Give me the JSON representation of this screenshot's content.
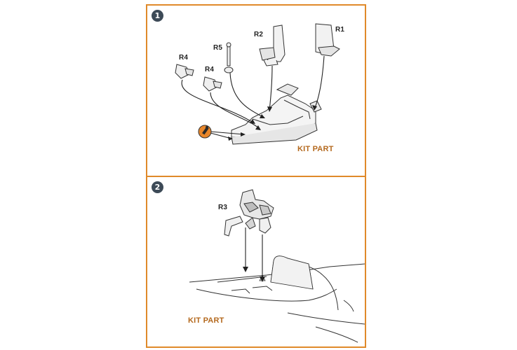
{
  "steps": [
    {
      "number": "1",
      "parts": [
        "R4",
        "R5",
        "R2",
        "R1",
        "R4"
      ],
      "note": "KIT PART",
      "glue_icon": "glue-bottle-icon"
    },
    {
      "number": "2",
      "parts": [
        "R3"
      ],
      "note": "KIT PART"
    }
  ],
  "colors": {
    "frame": "#e08a2a",
    "badge": "#3d4a57",
    "kit_text": "#b4691e",
    "glue": "#e8862a"
  }
}
